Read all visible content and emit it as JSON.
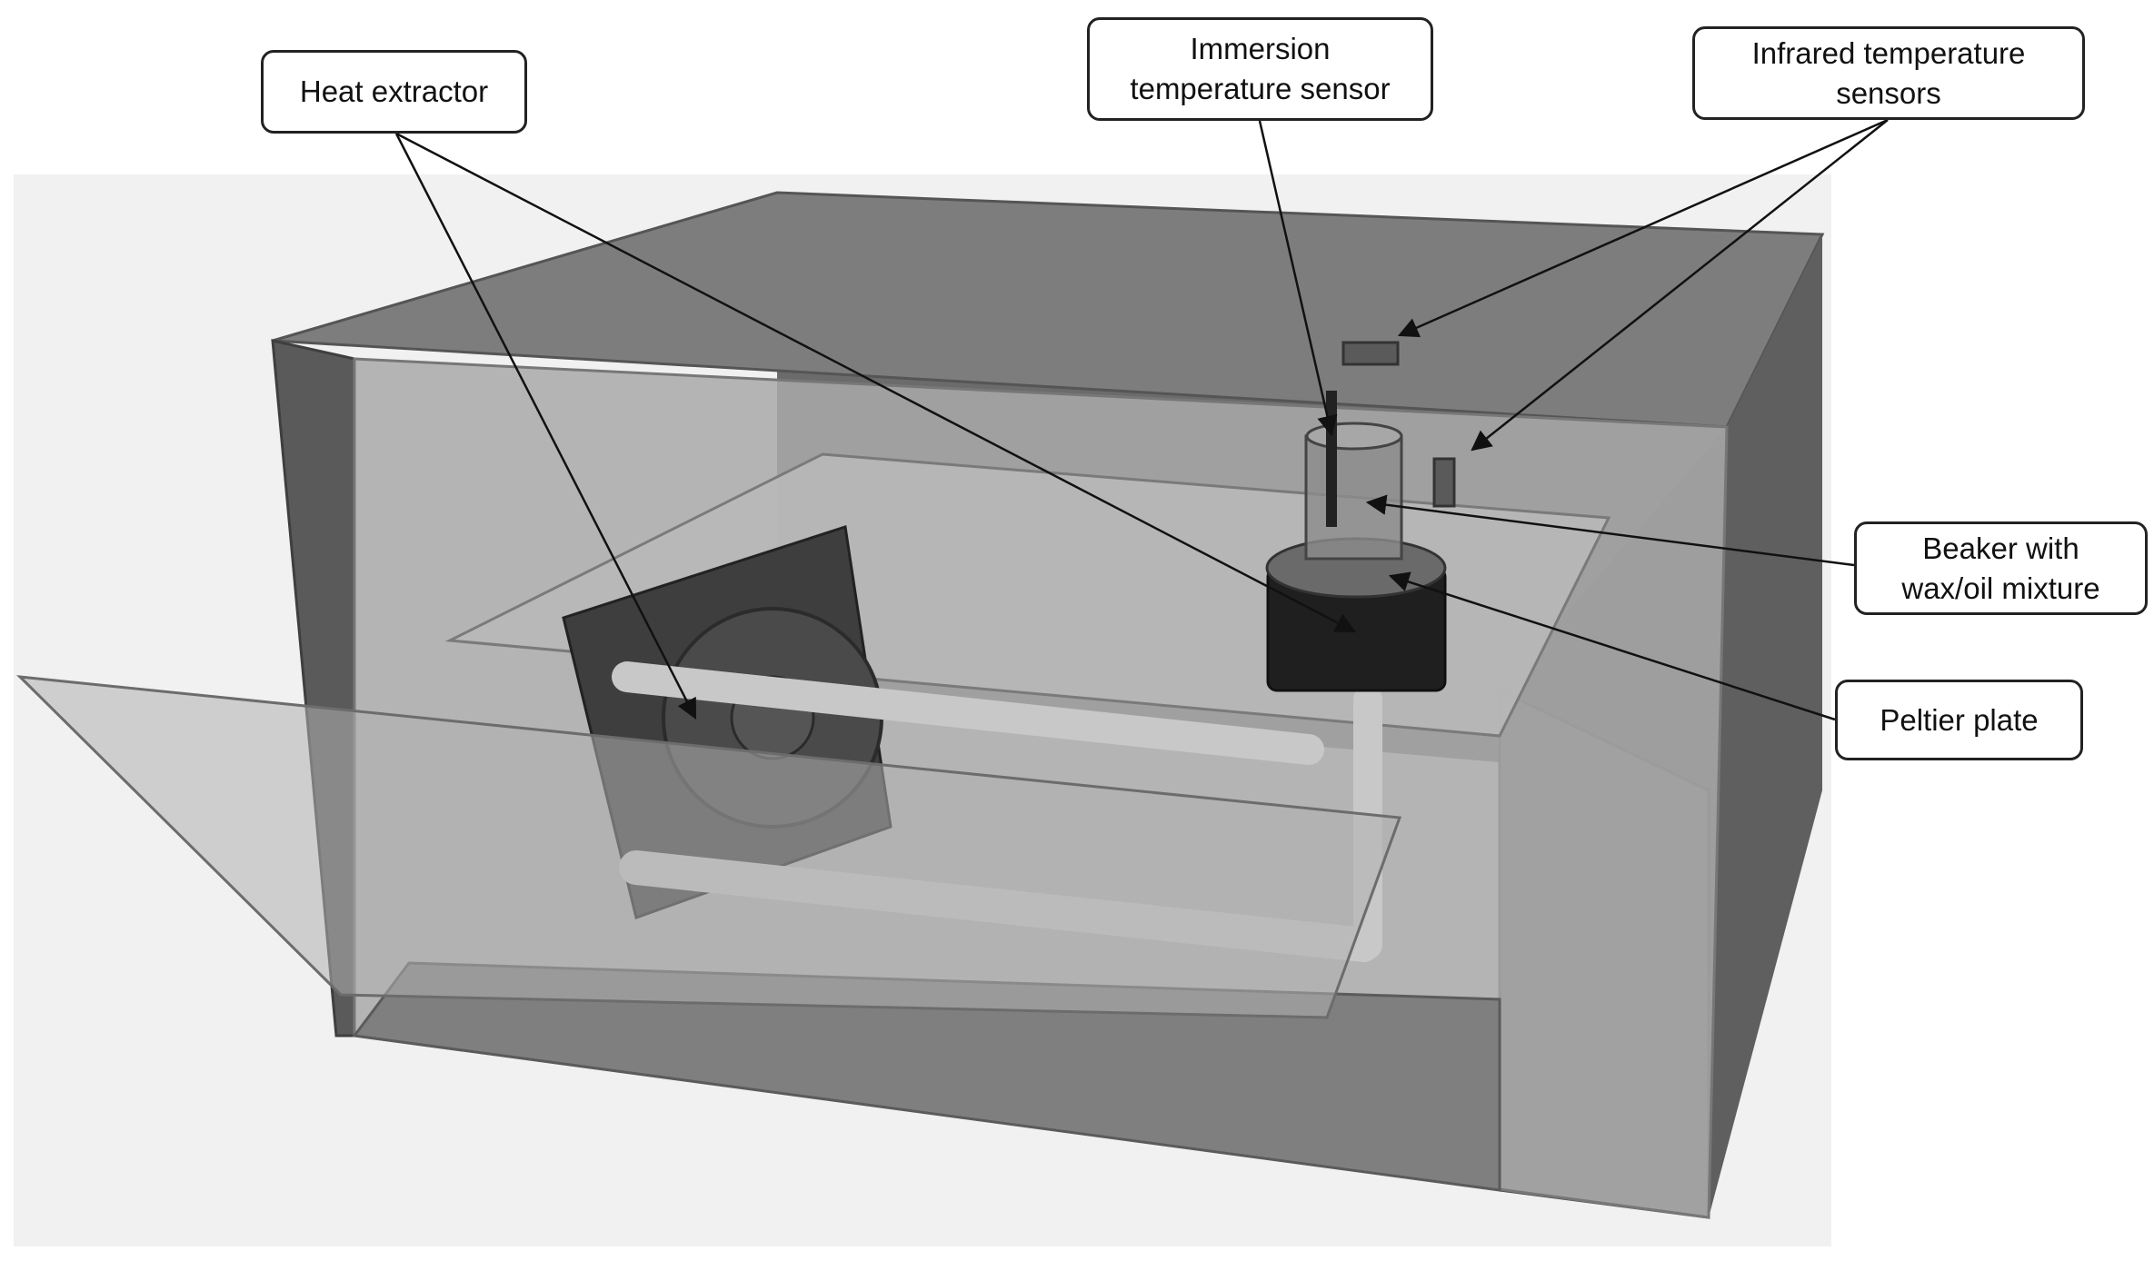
{
  "labels": {
    "heat_extractor": "Heat extractor",
    "immersion_sensor": "Immersion\ntemperature sensor",
    "infrared_sensors": "Infrared temperature\nsensors",
    "beaker": "Beaker with\nwax/oil mixture",
    "peltier": "Peltier plate"
  },
  "colors": {
    "line": "#111111",
    "box_outline": "#222222"
  }
}
